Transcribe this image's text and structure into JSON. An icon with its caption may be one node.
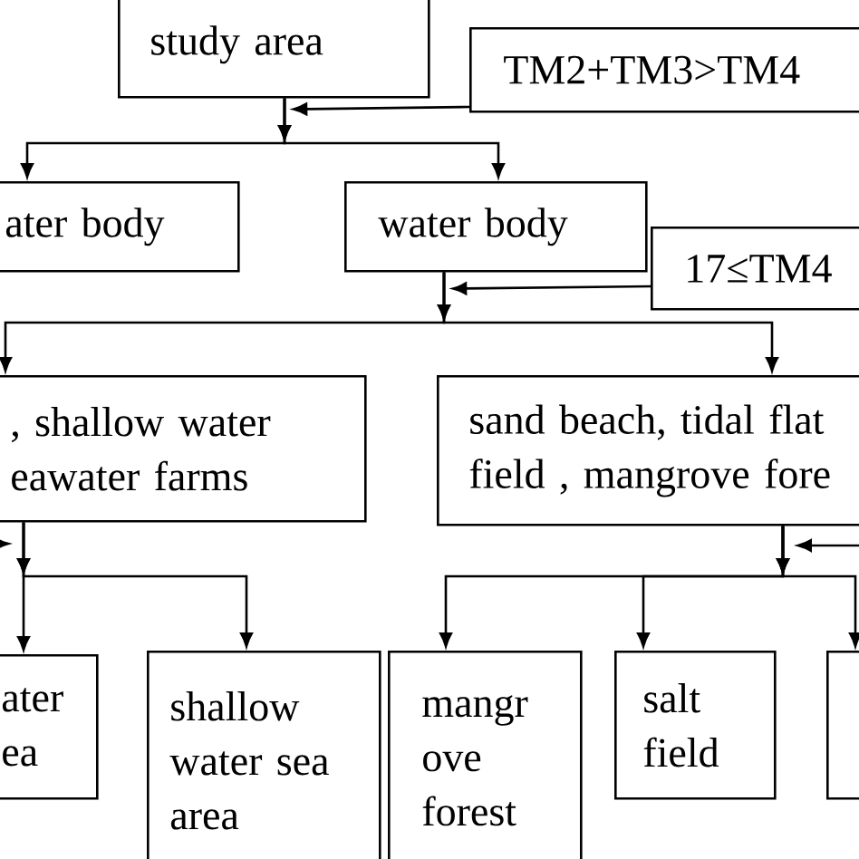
{
  "diagram": {
    "nodes": [
      {
        "text": [
          "study area"
        ]
      },
      {
        "text": [
          "TM2+TM3>TM4"
        ]
      },
      {
        "text": [
          "ater body"
        ]
      },
      {
        "text": [
          "water body"
        ]
      },
      {
        "text": [
          "17≤TM4"
        ]
      },
      {
        "text": [
          ", shallow water eawater farms"
        ]
      },
      {
        "text": [
          "sand beach, tidal flat field , mangrove fore"
        ]
      },
      {
        "text": [
          "ater ea"
        ]
      },
      {
        "text": [
          "shallow water sea area"
        ]
      },
      {
        "text": [
          "mangr ove forest"
        ]
      },
      {
        "text": [
          "salt field"
        ]
      },
      {
        "text": [],
        "shape": "box"
      }
    ],
    "edges": [
      {
        "from": 0,
        "to": 2,
        "arrow": "to"
      },
      {
        "from": 0,
        "to": 3,
        "arrow": "to"
      },
      {
        "from": 1,
        "to": 0,
        "arrow": "to"
      },
      {
        "from": 3,
        "to": 5,
        "arrow": "to"
      },
      {
        "from": 3,
        "to": 6,
        "arrow": "to"
      },
      {
        "from": 4,
        "to": 3,
        "arrow": "to"
      },
      {
        "from": 5,
        "to": 7,
        "arrow": "to"
      },
      {
        "from": 5,
        "to": 8,
        "arrow": "to"
      },
      {
        "from": 6,
        "to": 9,
        "arrow": "to"
      },
      {
        "from": 6,
        "to": 10,
        "arrow": "to"
      },
      {
        "from": 6,
        "to": 11,
        "arrow": "to"
      }
    ]
  }
}
